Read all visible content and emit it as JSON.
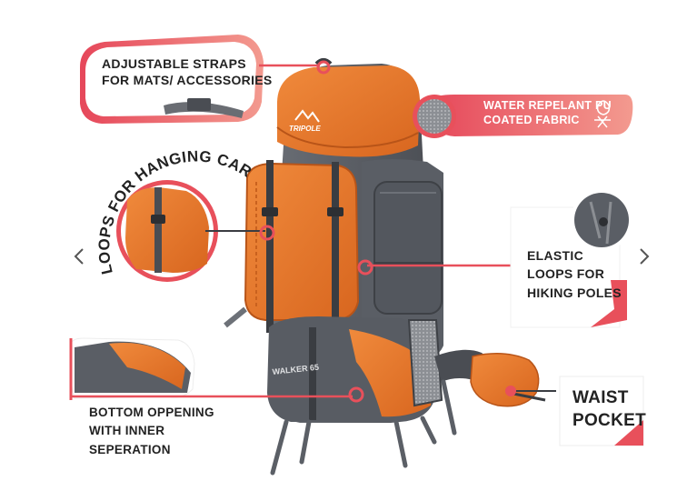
{
  "brand": "TRIPOLE",
  "model": "WALKER 65",
  "callouts": {
    "straps": [
      "ADJUSTABLE STRAPS",
      "FOR MATS/ ACCESSORIES"
    ],
    "fabric": [
      "WATER REPELANT PU",
      "COATED FABRIC"
    ],
    "carabiners": "LOOPS FOR HANGING CARABINERS",
    "poles": [
      "ELASTIC",
      "LOOPS FOR",
      "HIKING POLES"
    ],
    "bottom": [
      "BOTTOM OPPENING",
      "WITH INNER",
      "SEPERATION"
    ],
    "waist": [
      "WAIST",
      "POCKET"
    ]
  },
  "navigation": {
    "prev_icon": "chevron-left-icon",
    "next_icon": "chevron-right-icon"
  },
  "colors": {
    "accent": "#e8505b",
    "orange": "#e87a2e",
    "grey": "#5b5f66",
    "dark_grey": "#45484e"
  }
}
